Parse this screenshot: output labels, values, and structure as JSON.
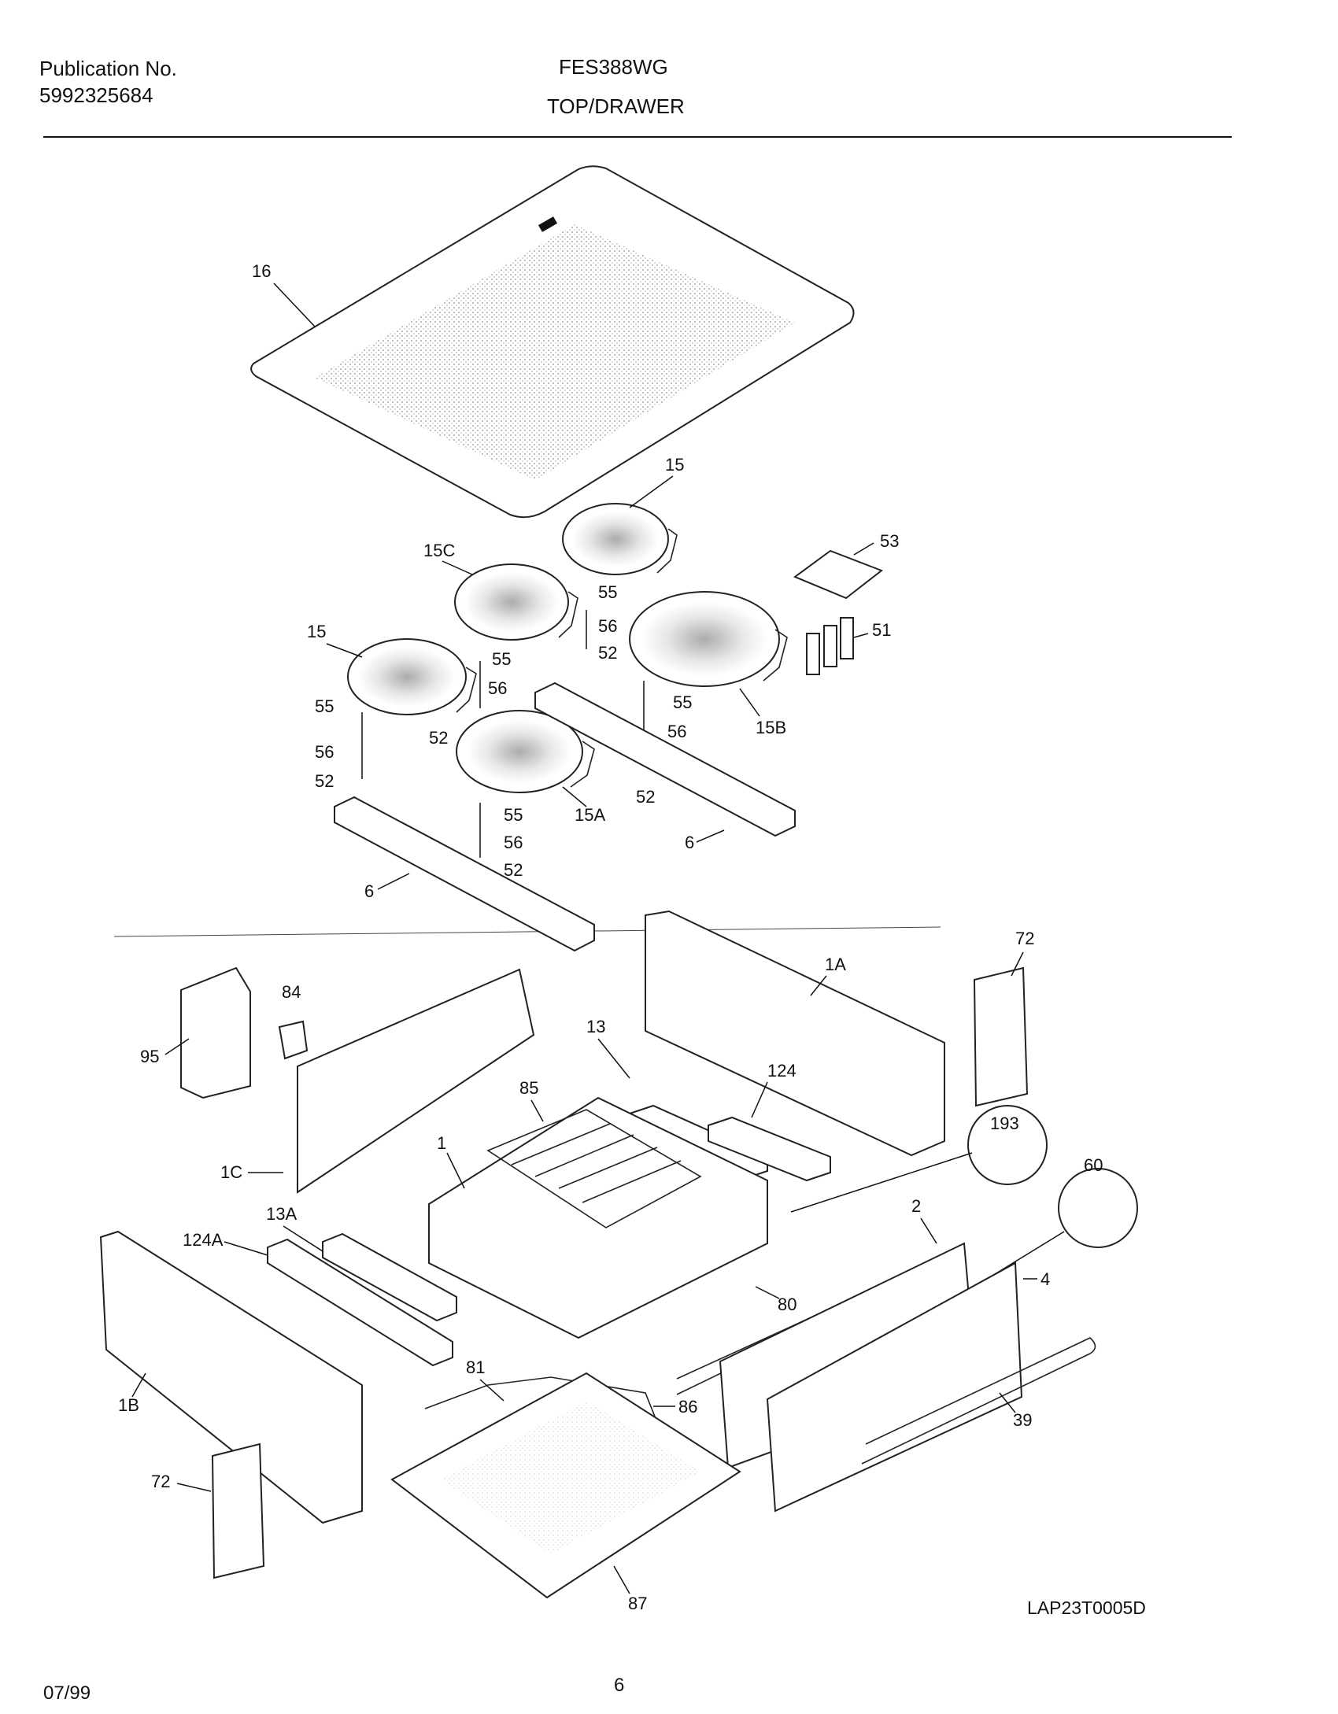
{
  "header": {
    "publication_label": "Publication No.",
    "publication_number": "5992325684",
    "model": "FES388WG",
    "section": "TOP/DRAWER"
  },
  "footer": {
    "date": "07/99",
    "page": "6",
    "diagram_id": "LAP23T0005D"
  },
  "callouts": {
    "p16": "16",
    "p15a": "15",
    "p15c": "15C",
    "p55a": "55",
    "p53": "53",
    "p56a": "56",
    "p52a": "52",
    "p51": "51",
    "p15b_left": "15",
    "p55b": "55",
    "p56b": "56",
    "p55c": "55",
    "p55d": "55",
    "p56c": "56",
    "p15B": "15B",
    "p52b": "52",
    "p56d": "56",
    "p52c": "52",
    "p52d": "52",
    "p55e": "55",
    "p15A": "15A",
    "p6a": "6",
    "p56e": "56",
    "p52e": "52",
    "p6b": "6",
    "p72a": "72",
    "p84": "84",
    "p1A": "1A",
    "p95": "95",
    "p13": "13",
    "p124": "124",
    "p85": "85",
    "p193": "193",
    "p1C": "1C",
    "p1": "1",
    "p60": "60",
    "p13A": "13A",
    "p2": "2",
    "p124A": "124A",
    "p4": "4",
    "p80": "80",
    "p81": "81",
    "p86": "86",
    "p1B": "1B",
    "p39": "39",
    "p72b": "72",
    "p87": "87"
  }
}
